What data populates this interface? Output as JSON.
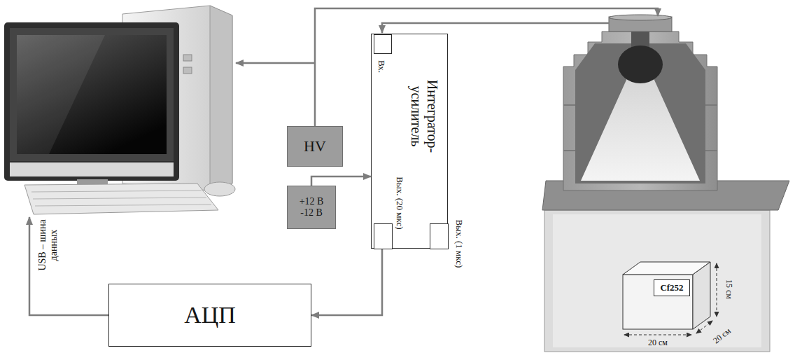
{
  "diagram": {
    "nodes": [
      {
        "text": [
          "HV"
        ]
      },
      {
        "text": [
          "+12 В",
          "-12 В"
        ]
      },
      {
        "text": [
          "Интегратор-усилитель"
        ]
      },
      {
        "text": [
          "АЦП"
        ]
      },
      {
        "text": [
          "Cf252"
        ]
      }
    ],
    "edges": [
      {
        "from": 1,
        "to": 2,
        "arrow": "to"
      },
      {
        "from": 2,
        "to": 3,
        "arrow": "to"
      }
    ],
    "labels": [
      "Вх.",
      "Вых. (20 мкс)",
      "Вых. (1 мкс)",
      "USB – шина данных",
      "20 см",
      "20 см",
      "15 см"
    ]
  }
}
